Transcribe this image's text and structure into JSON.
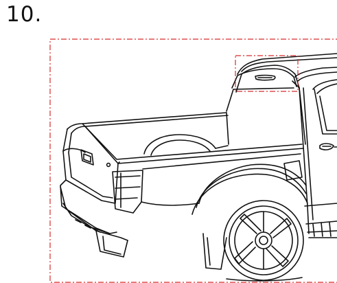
{
  "step": {
    "number": "10."
  },
  "figure": {
    "subject": "pickup-truck-rear-illustration",
    "callout_style": "dash-dot",
    "callout_color": "#d62b2b",
    "line_color": "#111111"
  }
}
